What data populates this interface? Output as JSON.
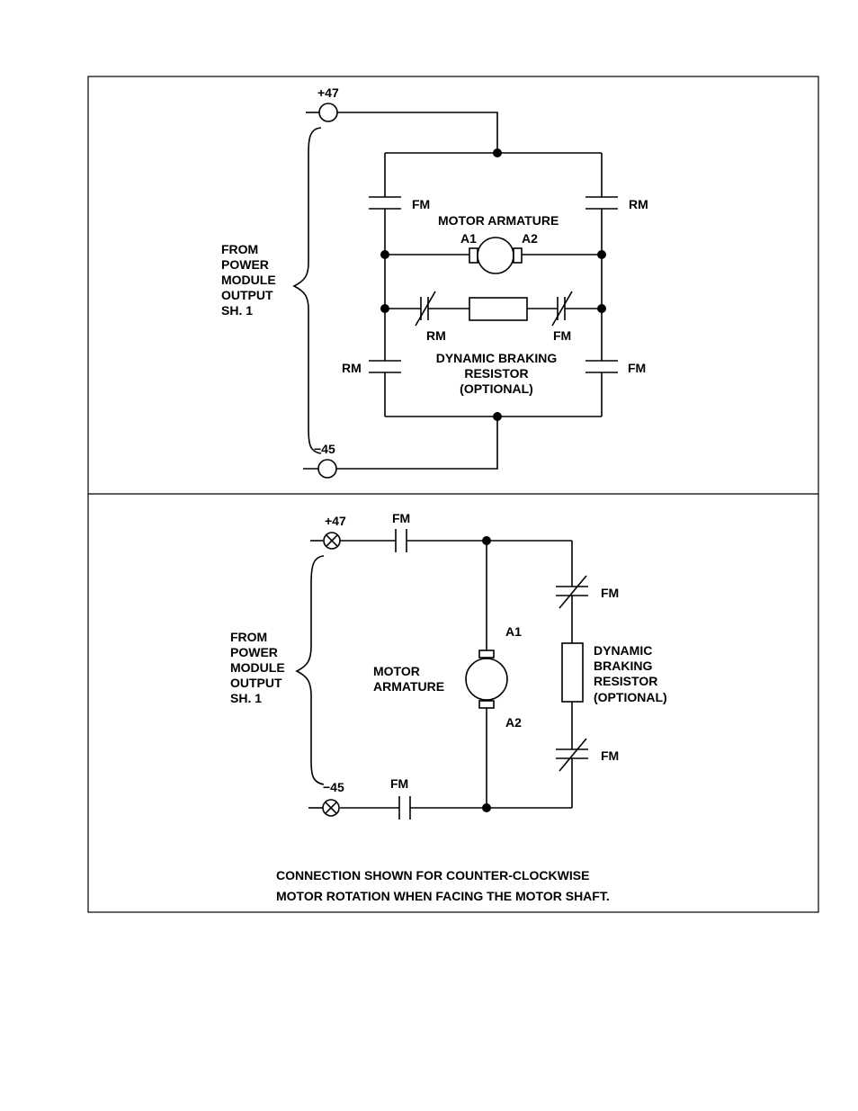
{
  "top_panel": {
    "terminal_pos": "+47",
    "terminal_neg": "−45",
    "source_label": [
      "FROM",
      "POWER",
      "MODULE",
      "OUTPUT",
      "SH. 1"
    ],
    "contact_fm_top": "FM",
    "contact_rm_top": "RM",
    "motor_armature": "MOTOR ARMATURE",
    "a1": "A1",
    "a2": "A2",
    "nc_rm": "RM",
    "nc_fm": "FM",
    "contact_rm_bottom": "RM",
    "contact_fm_bottom": "FM",
    "resistor_label": [
      "DYNAMIC BRAKING",
      "RESISTOR",
      "(OPTIONAL)"
    ]
  },
  "bottom_panel": {
    "terminal_pos": "+47",
    "terminal_neg": "−45",
    "contact_fm_top": "FM",
    "contact_fm_bottom": "FM",
    "source_label": [
      "FROM",
      "POWER",
      "MODULE",
      "OUTPUT",
      "SH. 1"
    ],
    "motor_armature": [
      "MOTOR",
      "ARMATURE"
    ],
    "a1": "A1",
    "a2": "A2",
    "nc_fm_top": "FM",
    "nc_fm_bottom": "FM",
    "resistor_label": [
      "DYNAMIC",
      "BRAKING",
      "RESISTOR",
      "(OPTIONAL)"
    ],
    "caption": [
      "CONNECTION SHOWN FOR COUNTER-CLOCKWISE",
      "MOTOR ROTATION WHEN FACING THE MOTOR SHAFT."
    ]
  }
}
